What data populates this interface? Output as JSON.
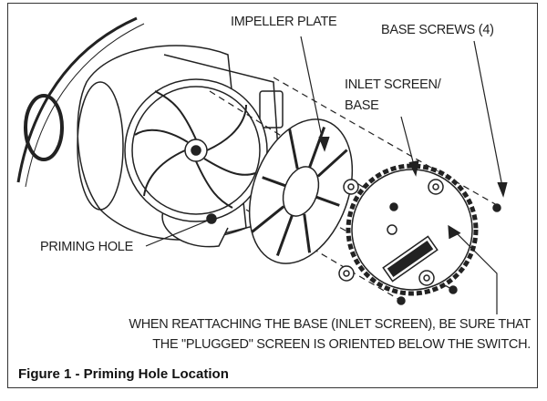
{
  "labels": {
    "impeller_plate": "IMPELLER PLATE",
    "base_screws": "BASE SCREWS (4)",
    "inlet_screen_line1": "INLET SCREEN/",
    "inlet_screen_line2": "BASE",
    "priming_hole": "PRIMING HOLE"
  },
  "note": {
    "line1": "WHEN REATTACHING THE BASE (INLET SCREEN), BE SURE THAT",
    "line2": "THE \"PLUGGED\" SCREEN IS ORIENTED BELOW THE SWITCH."
  },
  "caption": "Figure 1 - Priming Hole Location"
}
